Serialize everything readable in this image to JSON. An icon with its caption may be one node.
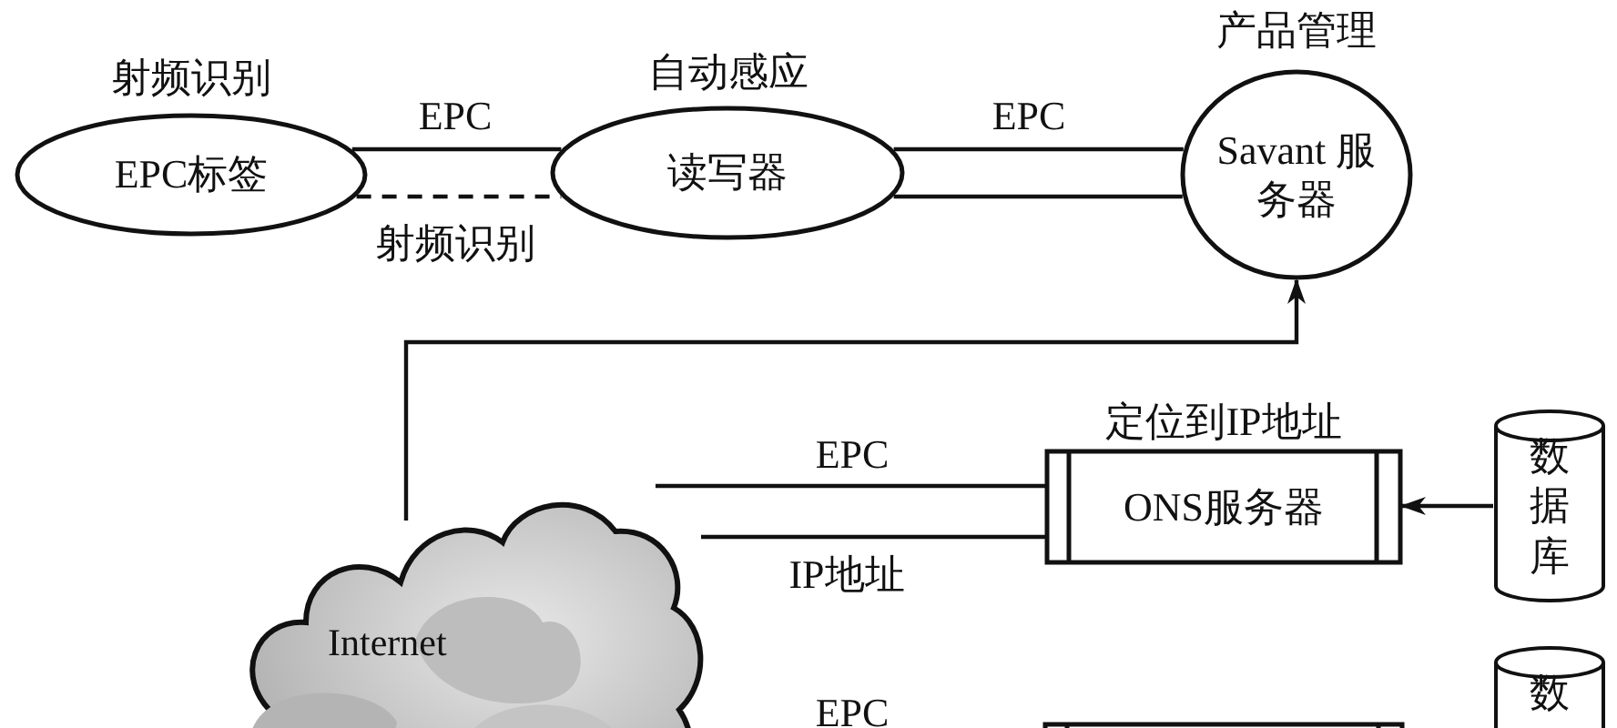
{
  "diagram": {
    "nodes": [
      {
        "text": [
          "EPC标签"
        ],
        "beside": [
          "射频识别"
        ]
      },
      {
        "text": [
          "读写器"
        ],
        "beside": [
          "自动感应"
        ]
      },
      {
        "text": [
          "Savant 服务器"
        ],
        "beside": [
          "产品管理"
        ]
      },
      {
        "text": [
          "Internet"
        ]
      },
      {
        "text": [
          "ONS服务器"
        ],
        "beside": [
          "定位到IP地址"
        ]
      },
      {
        "text": [
          "数据库"
        ]
      },
      {
        "text": [],
        "shape": "box"
      },
      {
        "text": [
          "数"
        ]
      }
    ],
    "edges": [
      {
        "from": 0,
        "to": 1,
        "arrow": "none",
        "label": "EPC"
      },
      {
        "from": 0,
        "to": 1,
        "arrow": "none",
        "label": "射频识别",
        "style": "dashed"
      },
      {
        "from": 1,
        "to": 2,
        "arrow": "none",
        "label": "EPC"
      },
      {
        "from": 1,
        "to": 2,
        "arrow": "none"
      },
      {
        "from": 3,
        "to": 2,
        "arrow": "to"
      },
      {
        "from": 3,
        "to": 4,
        "arrow": "none",
        "label": "EPC"
      },
      {
        "from": 3,
        "to": 4,
        "arrow": "none",
        "label": "IP地址"
      },
      {
        "from": 5,
        "to": 4,
        "arrow": "to"
      }
    ],
    "labels": [
      "EPC"
    ]
  }
}
